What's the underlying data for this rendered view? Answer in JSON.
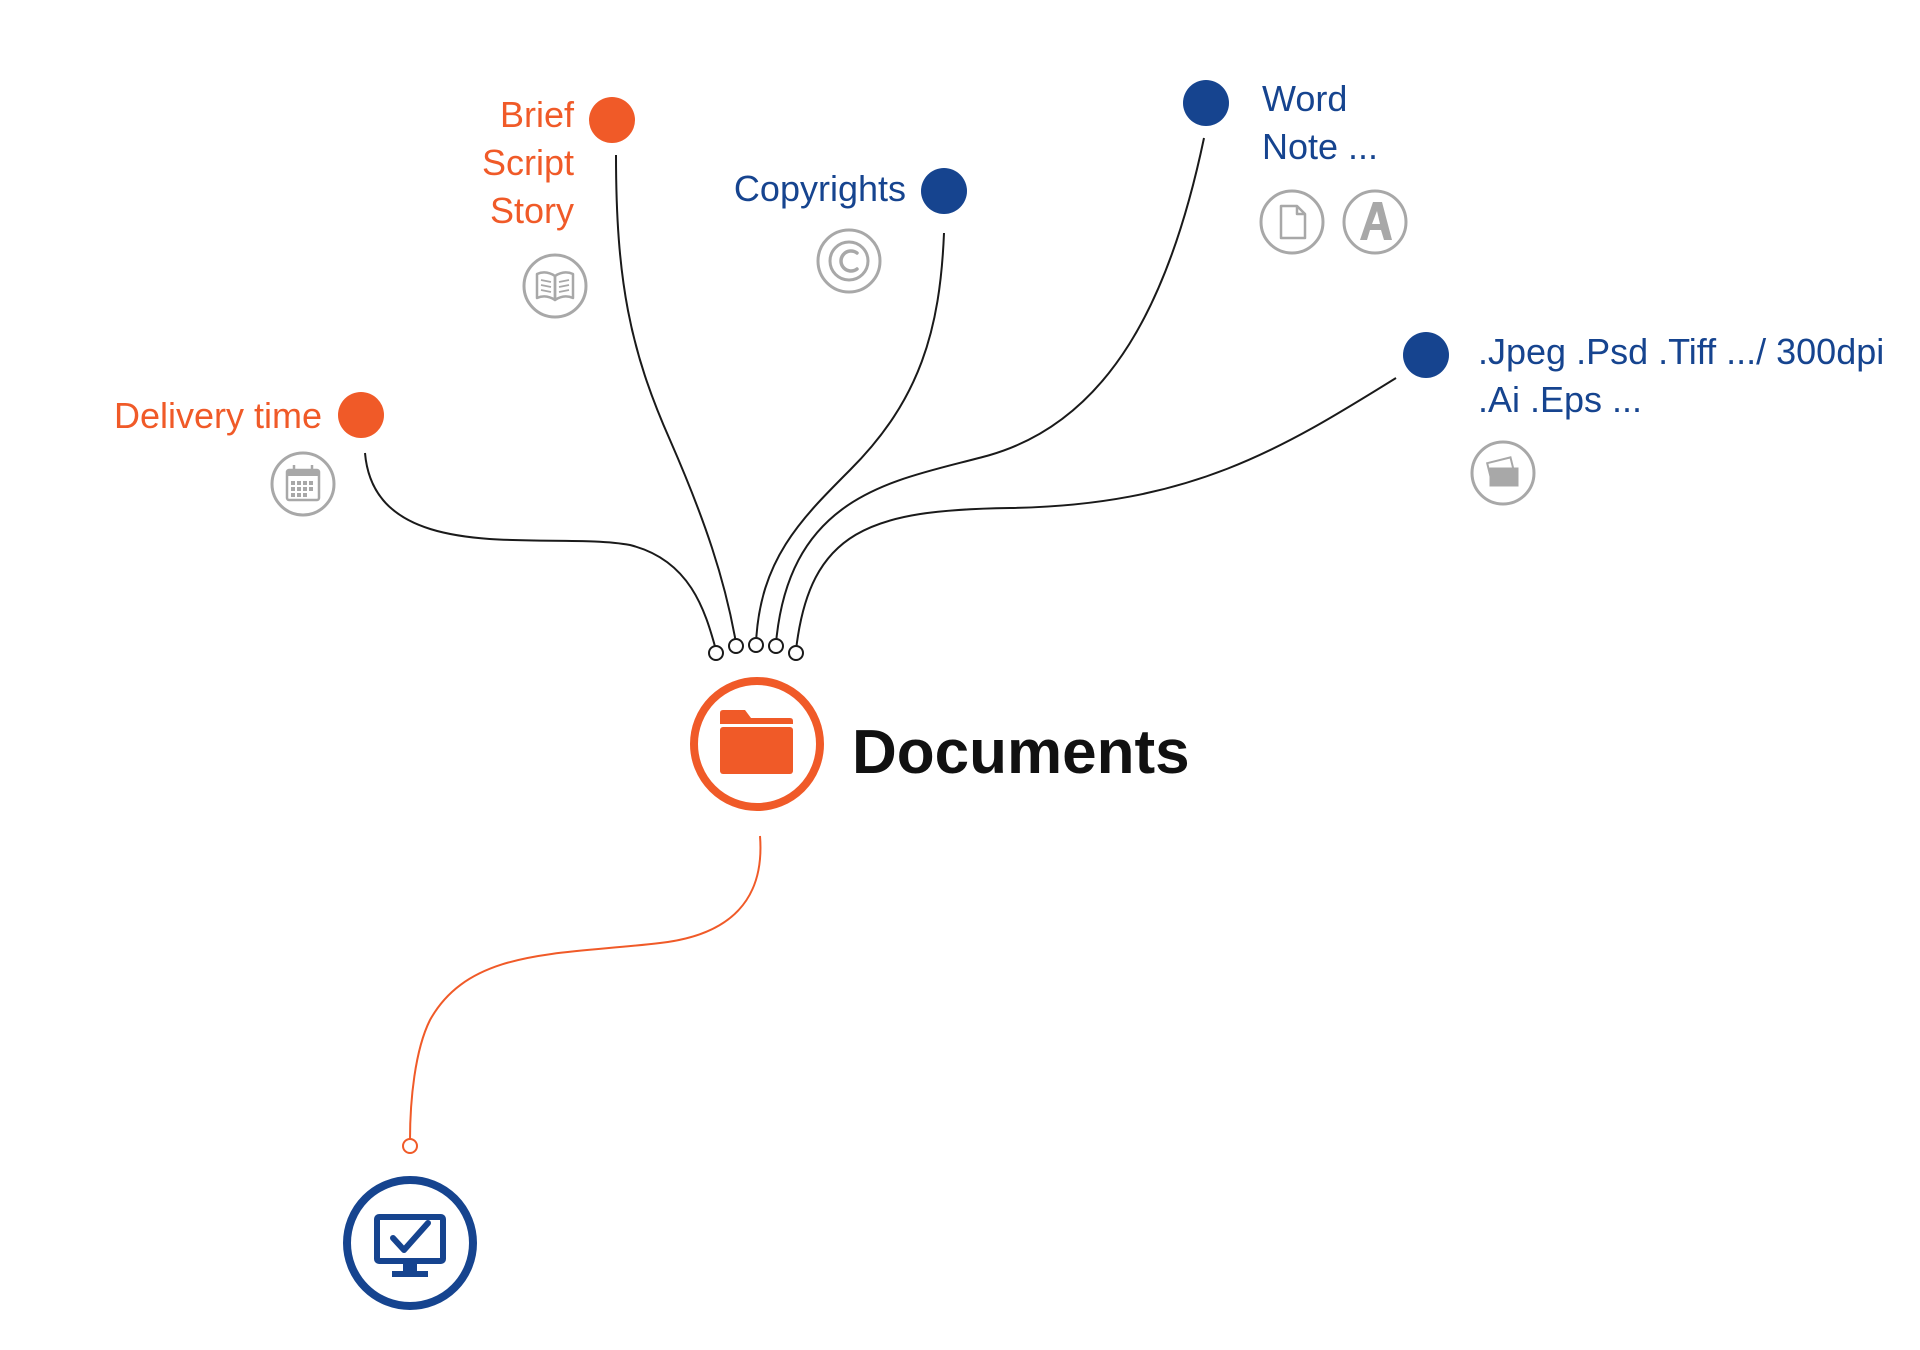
{
  "title": "Documents",
  "colors": {
    "orange": "#f05a28",
    "blue": "#16448f",
    "gray_icon": "#a8a8a8",
    "connector": "#1a1a1a"
  },
  "branches": {
    "delivery": {
      "lines": [
        "Delivery time"
      ],
      "icons": [
        "calendar-icon"
      ]
    },
    "brief": {
      "lines": [
        "Brief",
        "Script",
        "Story"
      ],
      "icons": [
        "book-icon"
      ]
    },
    "copyrights": {
      "lines": [
        "Copyrights"
      ],
      "icons": [
        "copyright-icon"
      ]
    },
    "word": {
      "lines": [
        "Word",
        "Note ..."
      ],
      "icons": [
        "document-icon",
        "font-icon"
      ]
    },
    "formats": {
      "lines": [
        ".Jpeg .Psd .Tiff .../ 300dpi",
        ".Ai .Eps ..."
      ],
      "icons": [
        "photos-icon"
      ]
    }
  },
  "hub_icon": "folder-icon",
  "output_icon": "monitor-check-icon"
}
